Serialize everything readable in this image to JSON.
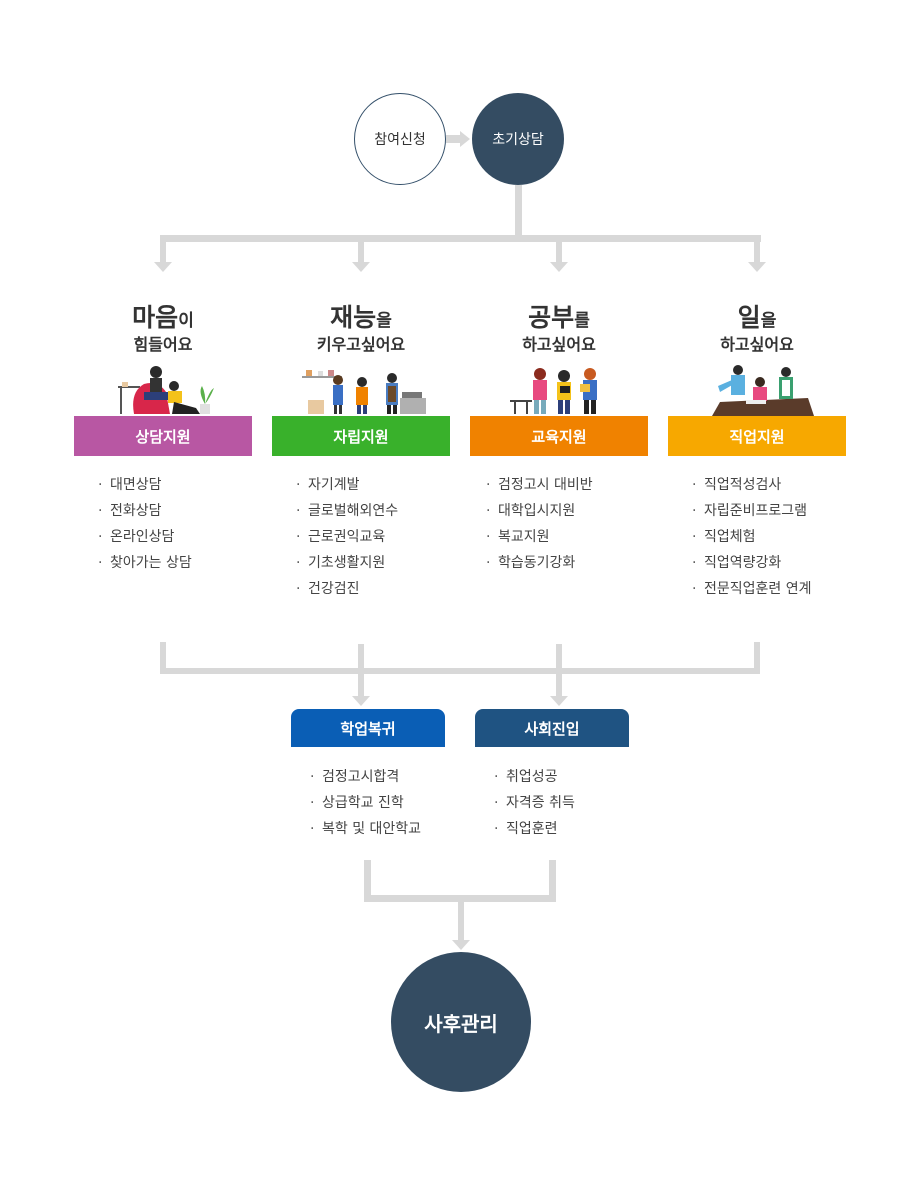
{
  "top": {
    "step1": "참여신청",
    "step2": "초기상담"
  },
  "categories": [
    {
      "title_big": "마음",
      "title_small": "이",
      "subtitle": "힘들어요",
      "label": "상담지원",
      "color": "#b857a3",
      "items": [
        "대면상담",
        "전화상담",
        "온라인상담",
        "찾아가는 상담"
      ]
    },
    {
      "title_big": "재능",
      "title_small": "을",
      "subtitle": "키우고싶어요",
      "label": "자립지원",
      "color": "#39b12b",
      "items": [
        "자기계발",
        "글로벌해외연수",
        "근로권익교육",
        "기초생활지원",
        "건강검진"
      ]
    },
    {
      "title_big": "공부",
      "title_small": "를",
      "subtitle": "하고싶어요",
      "label": "교육지원",
      "color": "#f08200",
      "items": [
        "검정고시 대비반",
        "대학입시지원",
        "복교지원",
        "학습동기강화"
      ]
    },
    {
      "title_big": "일",
      "title_small": "을",
      "subtitle": "하고싶어요",
      "label": "직업지원",
      "color": "#f7a800",
      "items": [
        "직업적성검사",
        "자립준비프로그램",
        "직업체험",
        "직업역량강화",
        "전문직업훈련 연계"
      ]
    }
  ],
  "outcomes": [
    {
      "label": "학업복귀",
      "color": "#0a5eb5",
      "items": [
        "검정고시합격",
        "상급학교 진학",
        "복학 및 대안학교"
      ]
    },
    {
      "label": "사회진입",
      "color": "#1f5382",
      "items": [
        "취업성공",
        "자격증 취득",
        "직업훈련"
      ]
    }
  ],
  "final": "사후관리"
}
